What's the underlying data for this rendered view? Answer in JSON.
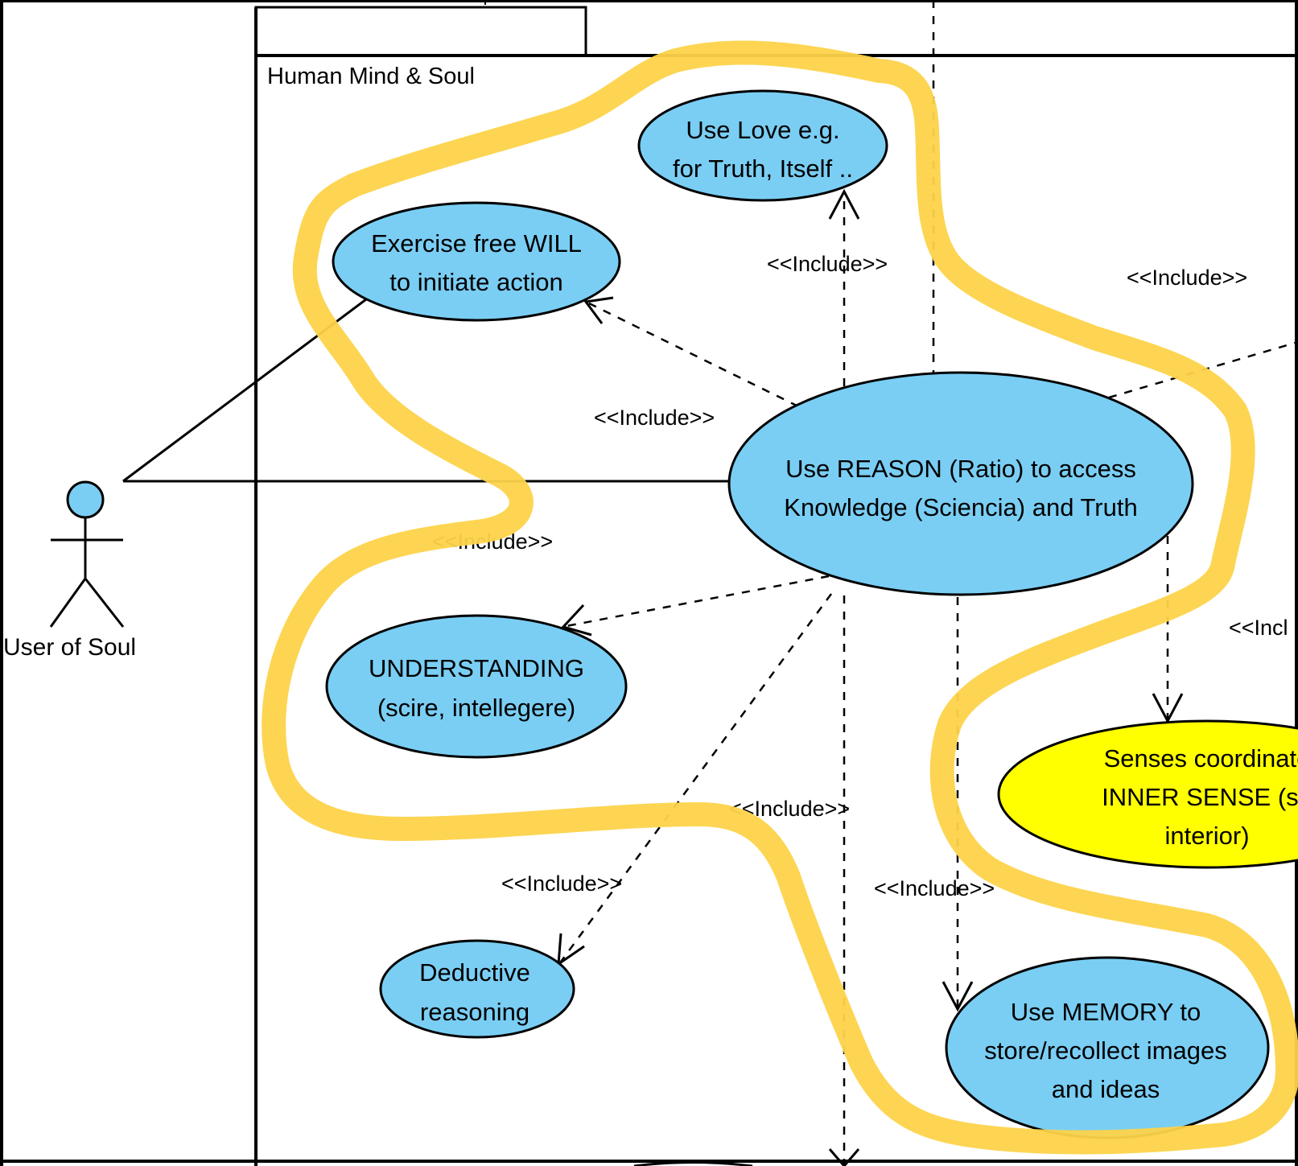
{
  "diagram": {
    "type": "UML use case diagram",
    "system_boundary": {
      "title": "Human Mind & Soul"
    },
    "actor": {
      "name": "User of Soul",
      "head_color": "#7ACEF4"
    },
    "colors": {
      "usecase_fill": "#7ACEF4",
      "usecase_highlight_fill": "#FFFF00",
      "annotation_stroke": "#FDD34A",
      "line": "#000000",
      "background": "#FFFFFF"
    },
    "use_cases": [
      {
        "id": "love",
        "lines": [
          "Use Love e.g.",
          "for Truth, Itself .."
        ],
        "fill": "blue"
      },
      {
        "id": "will",
        "lines": [
          "Exercise free  WILL",
          "to initiate action"
        ],
        "fill": "blue"
      },
      {
        "id": "reason",
        "lines": [
          "Use REASON (Ratio) to access",
          "Knowledge (Sciencia) and Truth"
        ],
        "fill": "blue"
      },
      {
        "id": "understanding",
        "lines": [
          "UNDERSTANDING",
          "(scire, intellegere)"
        ],
        "fill": "blue"
      },
      {
        "id": "deductive",
        "lines": [
          "Deductive",
          "reasoning"
        ],
        "fill": "blue"
      },
      {
        "id": "inner_sense",
        "lines": [
          "Senses coordinate",
          "INNER SENSE (se",
          "interior)"
        ],
        "fill": "yellow"
      },
      {
        "id": "memory",
        "lines": [
          "Use MEMORY to",
          "store/recollect images",
          "and ideas"
        ],
        "fill": "blue"
      }
    ],
    "relationships": [
      {
        "from": "reason",
        "to": "love",
        "stereotype": "<<Include>>"
      },
      {
        "from": "reason",
        "to": "will",
        "stereotype": "<<Include>>"
      },
      {
        "from": "reason",
        "to": "offscreen-right",
        "stereotype": "<<Include>>"
      },
      {
        "from": "reason",
        "to": "understanding",
        "stereotype": "<<Include>>"
      },
      {
        "from": "reason",
        "to": "deductive",
        "stereotype": "<<Include>>"
      },
      {
        "from": "reason",
        "to": "offscreen-bottom",
        "stereotype": "<<Include>>"
      },
      {
        "from": "reason",
        "to": "memory",
        "stereotype": "<<Include>>"
      },
      {
        "from": "reason",
        "to": "inner_sense",
        "stereotype": "<<Incl"
      }
    ],
    "associations": [
      {
        "from": "actor",
        "to": "will"
      },
      {
        "from": "actor",
        "to": "reason"
      }
    ]
  }
}
